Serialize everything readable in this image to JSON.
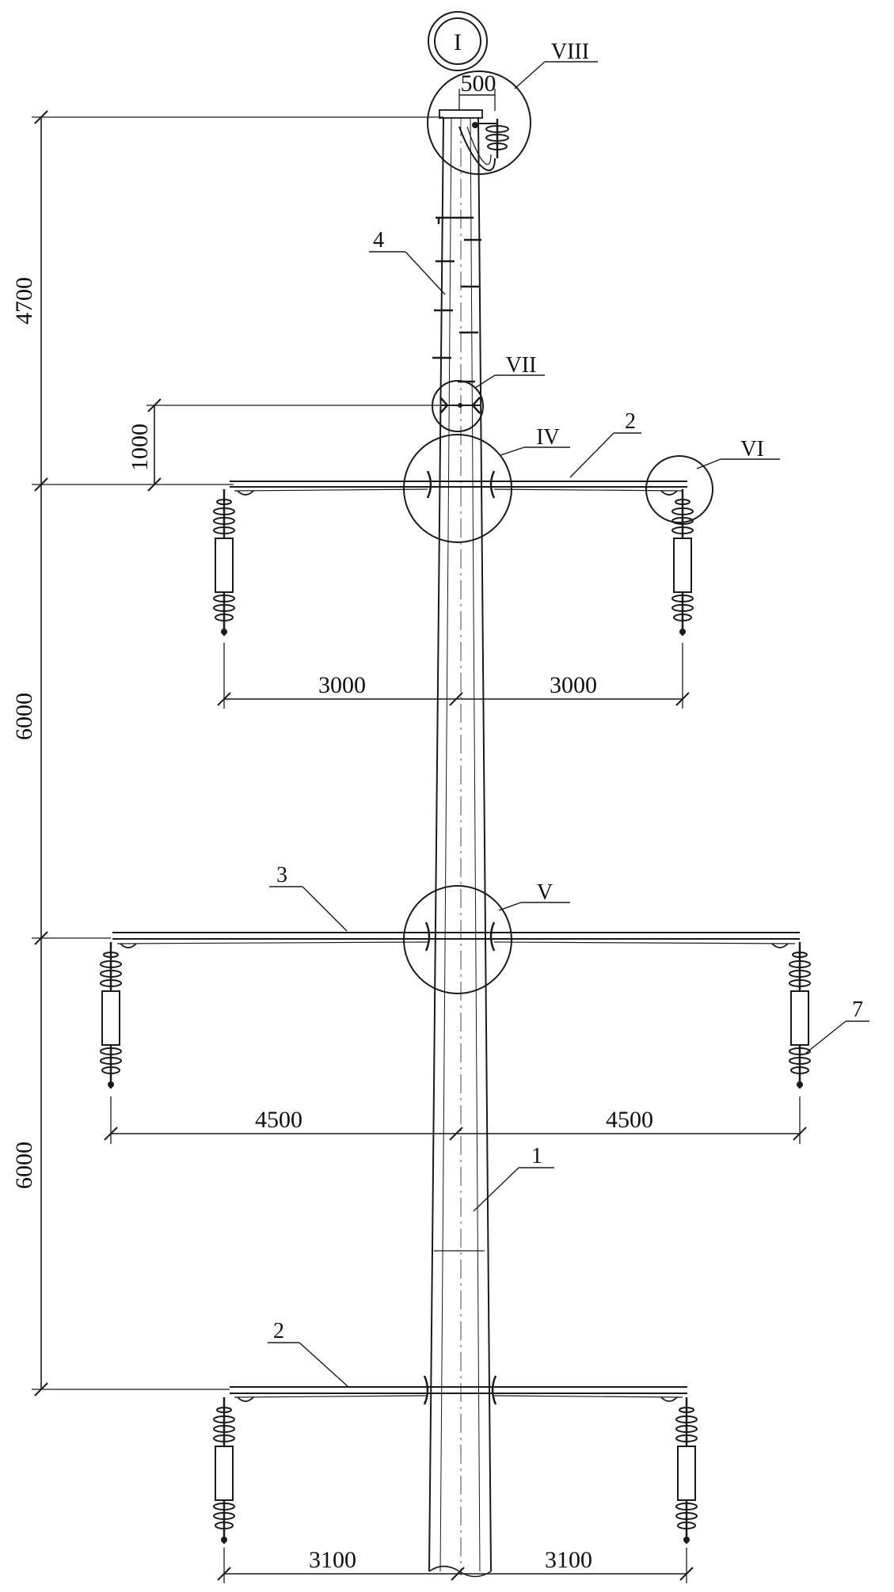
{
  "title_marker": "I",
  "callouts": {
    "node_viii": "VIII",
    "node_vii": "VII",
    "node_iv": "IV",
    "node_vi": "VI",
    "node_v": "V"
  },
  "part_labels": {
    "pole": "1",
    "crossarm_top": "2",
    "crossarm_middle": "3",
    "ladder": "4",
    "crossarm_bottom": "2",
    "insulator": "7"
  },
  "dimensions": {
    "top_offset": "500",
    "pole_top_height": "4700",
    "upper_bracket": "1000",
    "tier_spacing_upper": "6000",
    "tier_spacing_lower": "6000",
    "arm1_left": "3000",
    "arm1_right": "3000",
    "arm2_left": "4500",
    "arm2_right": "4500",
    "arm3_left": "3100",
    "arm3_right": "3100"
  }
}
